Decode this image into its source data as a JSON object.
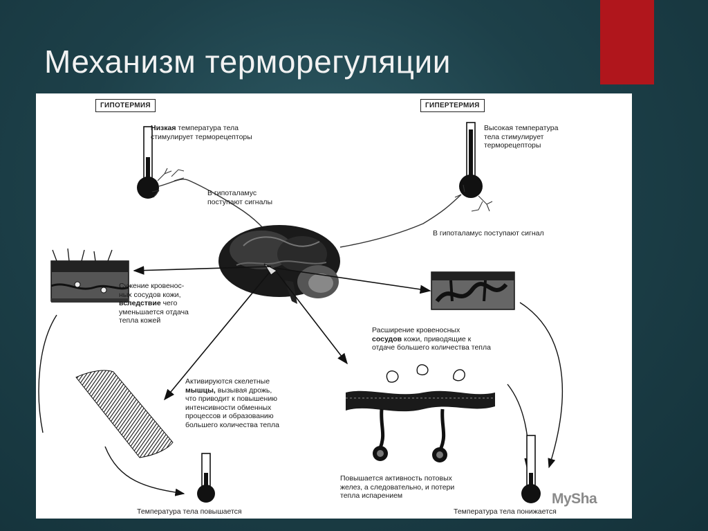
{
  "slide": {
    "title": "Механизм терморегуляции"
  },
  "diagram": {
    "hypothermia_box": "ГИПОТЕРМИЯ",
    "hyperthermia_box": "ГИПЕРТЕРМИЯ",
    "low_temp": {
      "bold": "Низкая",
      "line1": " температура тела",
      "line2": "стимулирует  терморецепторы"
    },
    "high_temp": {
      "line1": "Высокая  температура",
      "line2": "тела  стимулирует",
      "line3": "терморецепторы"
    },
    "hypothalamus_left": {
      "line1": "В гипоталамус",
      "line2": "поступают сигналы"
    },
    "hypothalamus_right": "В гипоталамус поступают сигнал",
    "vasoconstriction": {
      "line1": "Сужение  кровенос-",
      "line2": "ных сосудов кожи,",
      "line3_bold": "вследствие",
      "line3_rest": " чего",
      "line4": "уменьшается отдача",
      "line5": "тепла кожей"
    },
    "vasodilation": {
      "line1": "Расширение кровеносных",
      "line2_bold": "сосудов",
      "line2_rest": " кожи, приводящие к",
      "line3": "отдаче большего количества тепла"
    },
    "muscles": {
      "line1": "Активируются  скелетные",
      "line2_bold": "мышцы,",
      "line2_rest": " вызывая дрожь,",
      "line3": "что приводит к повышению",
      "line4": "интенсивности обменных",
      "line5": "процессов и образованию",
      "line6": "большего  количества  тепла"
    },
    "sweat": {
      "line1": "Повышается  активность  потовых",
      "line2": "желез, а следовательно, и потери",
      "line3": "тепла  испарением"
    },
    "temp_rises": "Температура  тела  повышается",
    "temp_falls": "Температура  тела  понижается",
    "watermark": "MySha"
  }
}
